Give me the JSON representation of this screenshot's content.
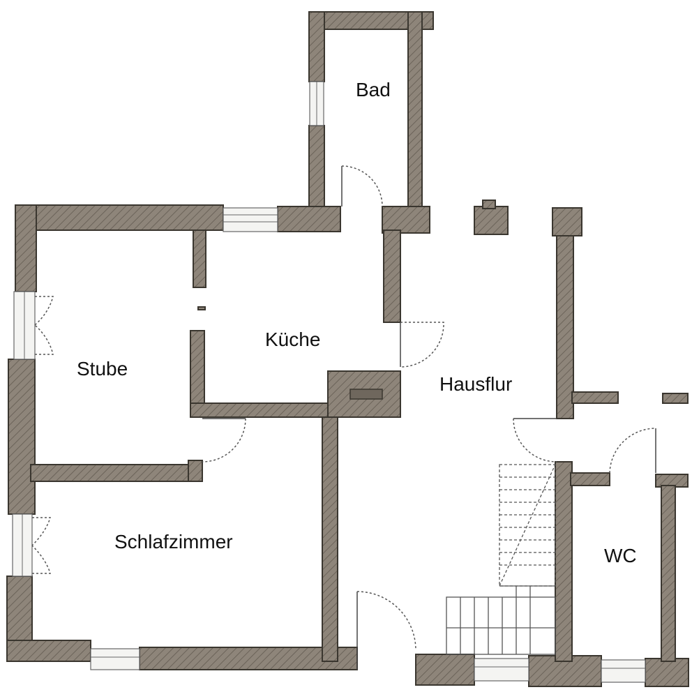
{
  "plan": {
    "wall_color": "#8e857a",
    "rooms": [
      {
        "id": "bad",
        "label": "Bad"
      },
      {
        "id": "kueche",
        "label": "Küche"
      },
      {
        "id": "stube",
        "label": "Stube"
      },
      {
        "id": "hausflur",
        "label": "Hausflur"
      },
      {
        "id": "schlafzimmer",
        "label": "Schlafzimmer"
      },
      {
        "id": "wc",
        "label": "WC"
      }
    ]
  }
}
